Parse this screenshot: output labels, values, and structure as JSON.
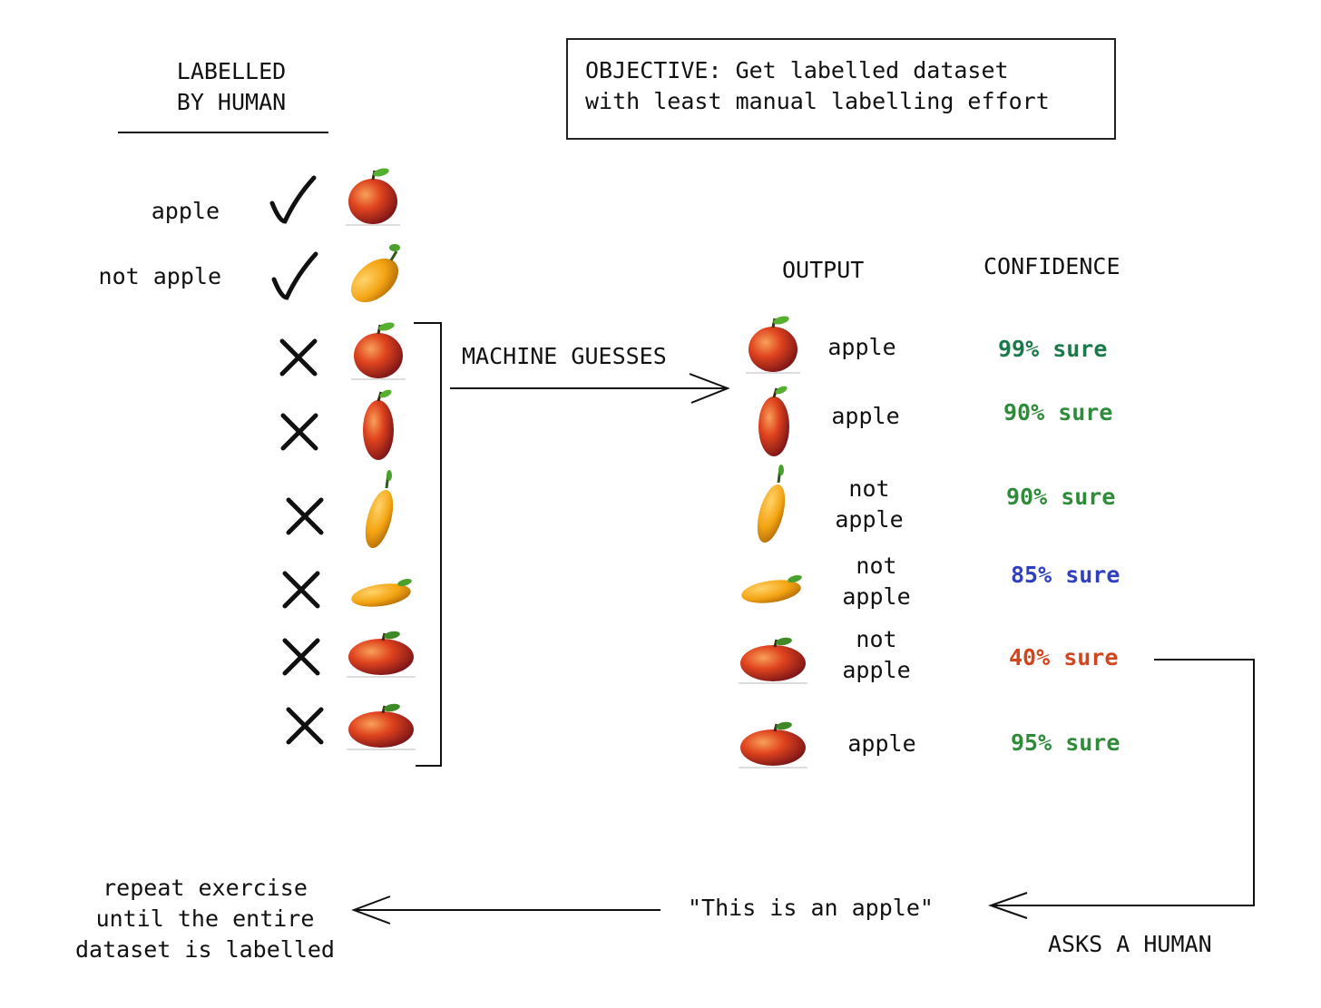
{
  "objective": {
    "text_line1": "OBJECTIVE: Get labelled dataset",
    "text_line2": "with least manual labelling effort"
  },
  "human_section": {
    "heading_line1": "LABELLED",
    "heading_line2": "BY HUMAN",
    "labels": [
      "apple",
      "not apple"
    ],
    "items": [
      {
        "fruit": "apple",
        "mark": "check"
      },
      {
        "fruit": "mango",
        "mark": "check"
      },
      {
        "fruit": "apple",
        "mark": "cross"
      },
      {
        "fruit": "apple-tall",
        "mark": "cross"
      },
      {
        "fruit": "mango-tall",
        "mark": "cross"
      },
      {
        "fruit": "mango-flat",
        "mark": "cross"
      },
      {
        "fruit": "apple-flat",
        "mark": "cross"
      },
      {
        "fruit": "apple-flat",
        "mark": "cross"
      }
    ]
  },
  "machine": {
    "label": "MACHINE GUESSES"
  },
  "output_section": {
    "output_header": "OUTPUT",
    "confidence_header": "CONFIDENCE",
    "rows": [
      {
        "fruit": "apple",
        "out1": "apple",
        "out2": "",
        "confidence": "99% sure",
        "color": "#1b7a4a"
      },
      {
        "fruit": "apple-tall",
        "out1": "apple",
        "out2": "",
        "confidence": "90% sure",
        "color": "#2e8b3a"
      },
      {
        "fruit": "mango-tall",
        "out1": "not",
        "out2": "apple",
        "confidence": "90% sure",
        "color": "#2e8b3a"
      },
      {
        "fruit": "mango-flat",
        "out1": "not",
        "out2": "apple",
        "confidence": "85% sure",
        "color": "#2f3fbf"
      },
      {
        "fruit": "apple-flat",
        "out1": "not",
        "out2": "apple",
        "confidence": "40% sure",
        "color": "#d2451e"
      },
      {
        "fruit": "apple-flat",
        "out1": "apple",
        "out2": "",
        "confidence": "95% sure",
        "color": "#2e8b3a"
      }
    ]
  },
  "loop": {
    "asks": "ASKS A HUMAN",
    "quote": "\"This is an apple\"",
    "repeat_line1": "repeat exercise",
    "repeat_line2": "until the entire",
    "repeat_line3": "dataset is labelled"
  },
  "colors": {
    "ink": "#111111",
    "apple_red": "#d8341c",
    "mango_orange": "#f2a413",
    "leaf_green": "#4aa02c"
  }
}
